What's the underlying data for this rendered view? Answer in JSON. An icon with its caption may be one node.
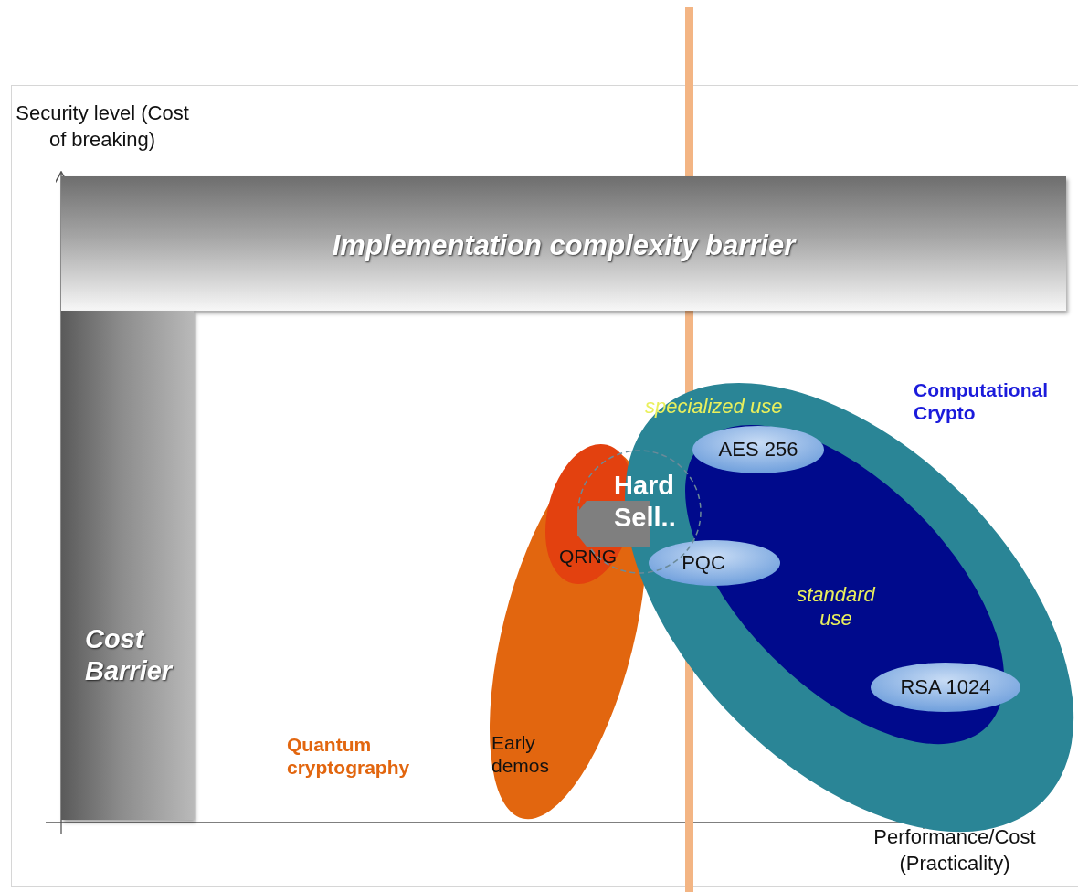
{
  "diagram": {
    "nodes": [
      {
        "text": [
          "Implementation complexity barrier"
        ]
      },
      {
        "text": [
          "Cost Barrier"
        ]
      },
      {
        "text": [
          "Quantum cryptography",
          "Early demos"
        ]
      },
      {
        "text": [
          "QRNG"
        ],
        "in": 2
      },
      {
        "text": [
          "specialized use",
          "Computational Crypto"
        ]
      },
      {
        "text": [
          "standard use"
        ],
        "in": 4
      },
      {
        "text": [
          "AES 256"
        ],
        "in": 5
      },
      {
        "text": [
          "PQC"
        ],
        "in": 4
      },
      {
        "text": [
          "RSA 1024"
        ],
        "in": 5
      },
      {
        "text": [
          "Hard Sell.."
        ]
      }
    ],
    "labels": [
      "Security level (Cost of breaking)",
      "Performance/Cost (Practicality)"
    ]
  }
}
